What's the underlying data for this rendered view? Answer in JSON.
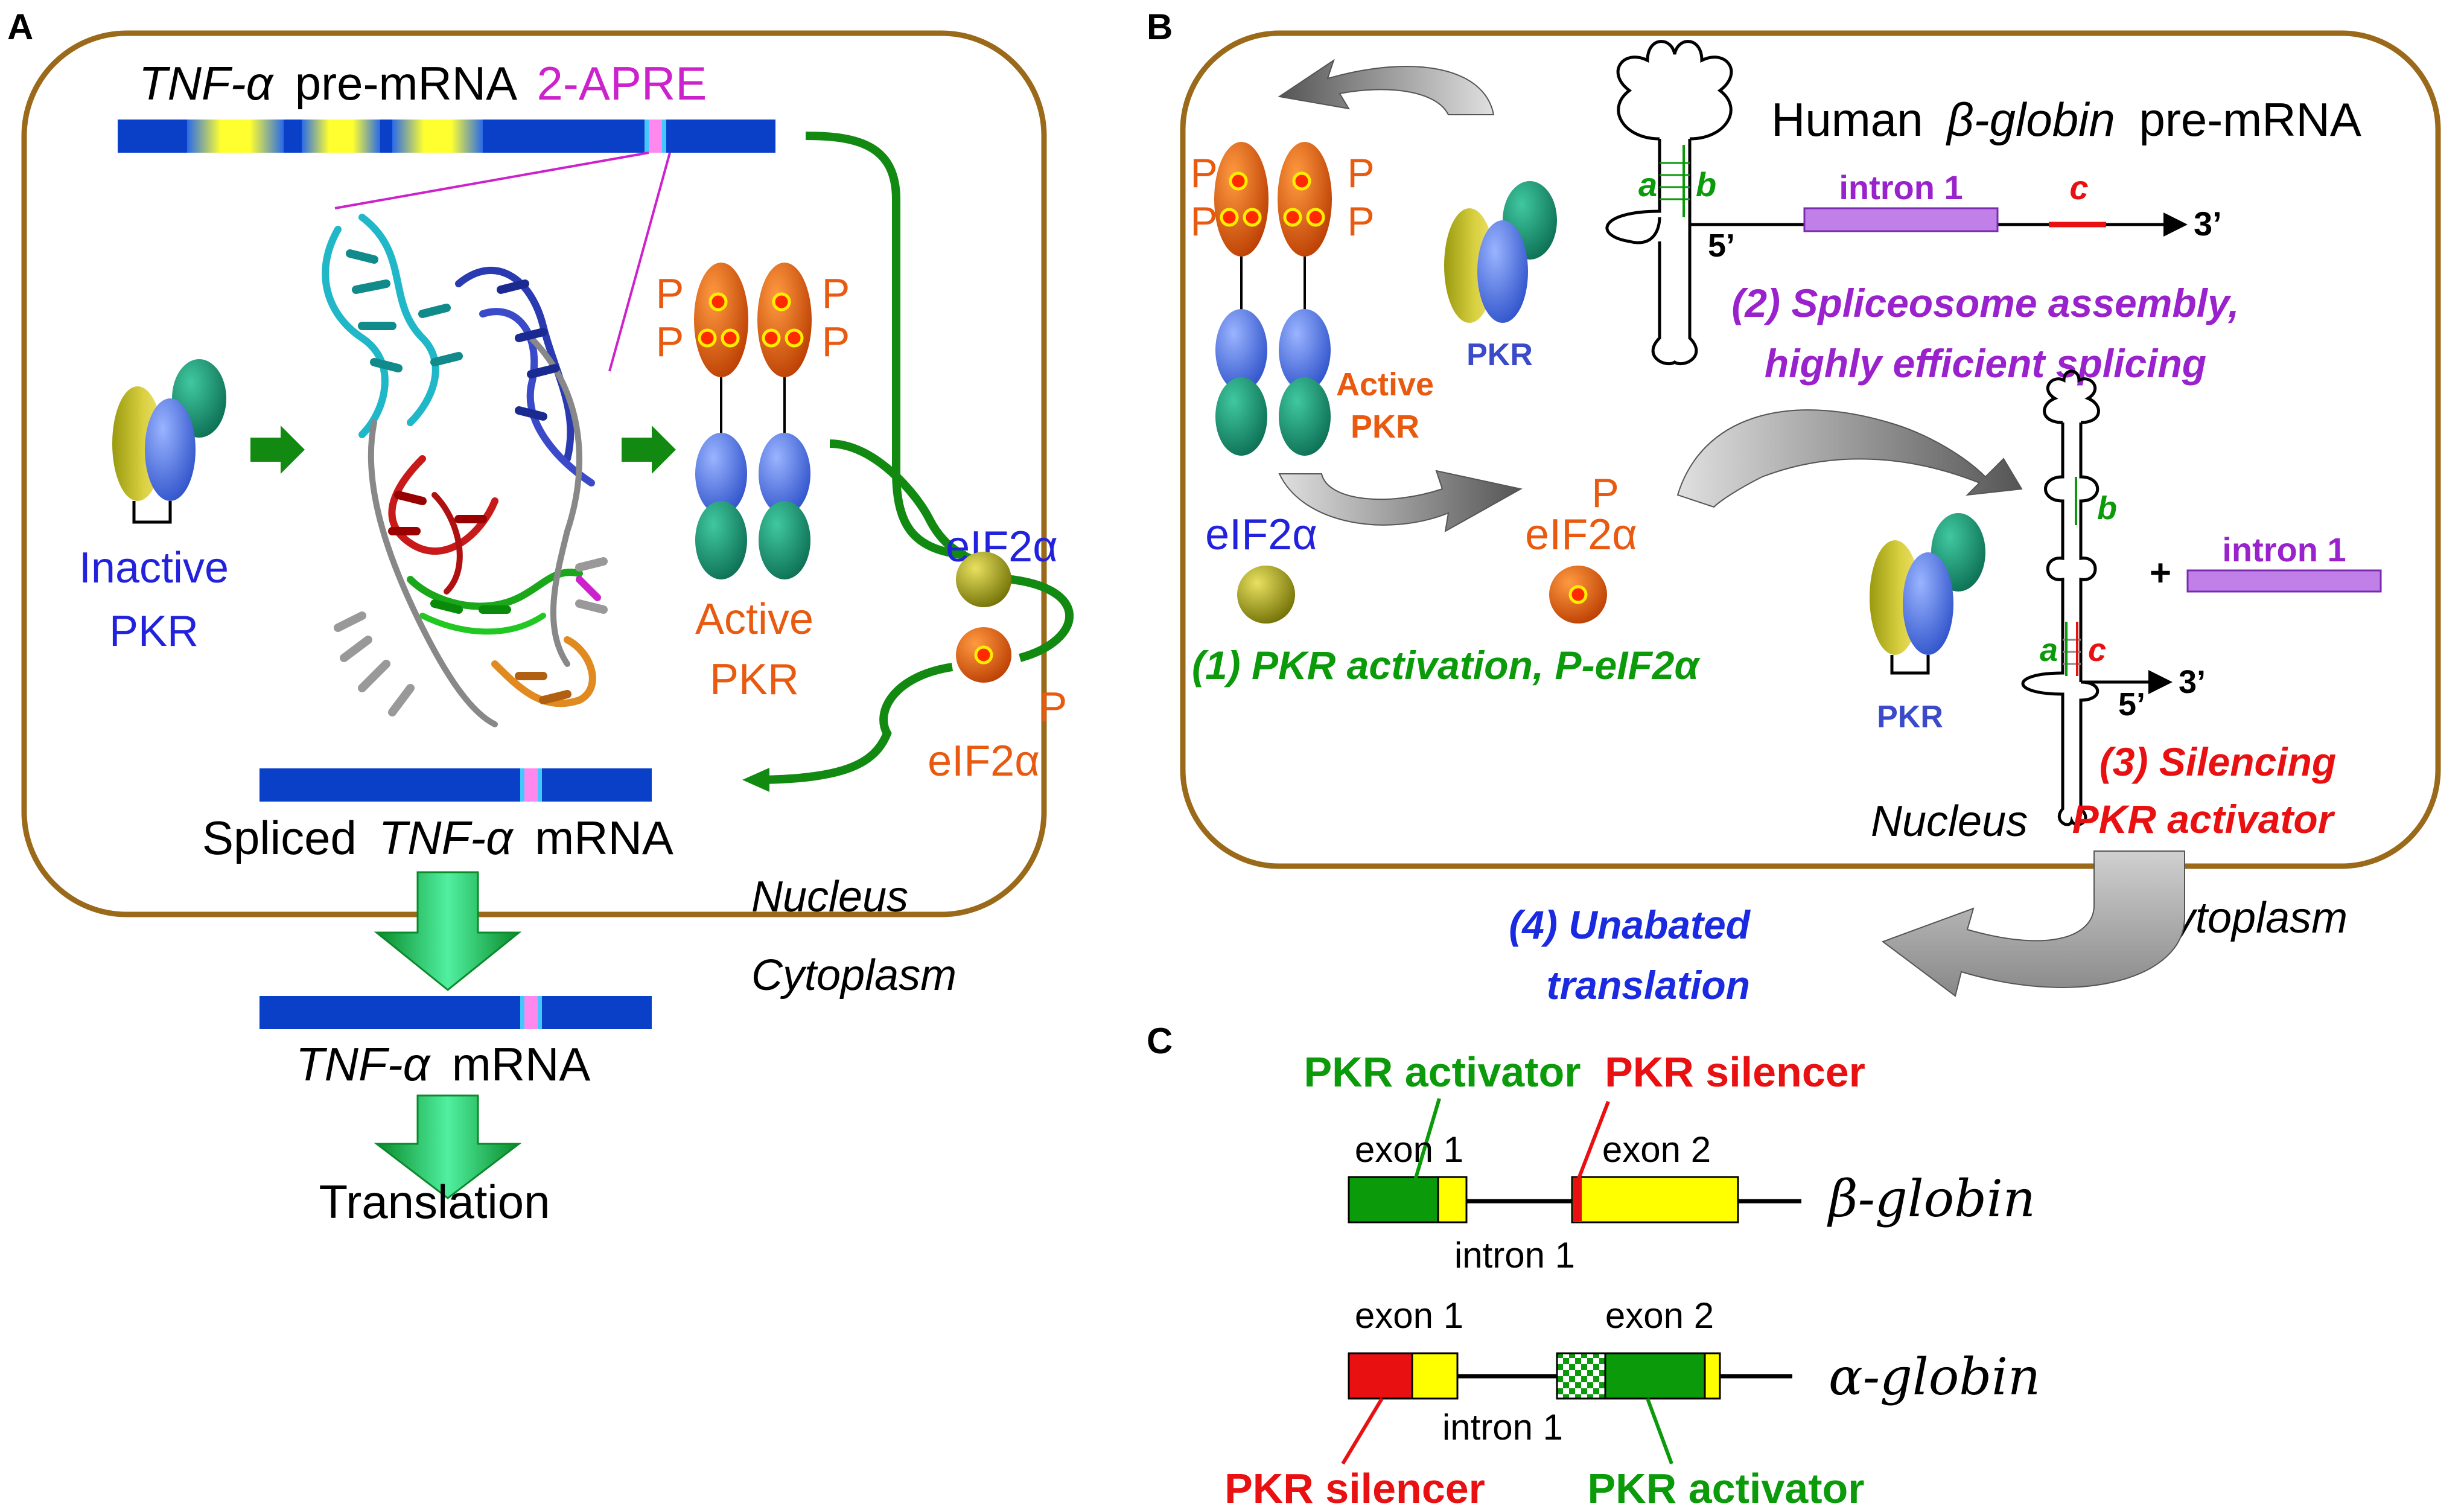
{
  "panel_a": {
    "letter": "A",
    "premrna_gene": "TNF-α",
    "premrna_suffix": "pre-mRNA",
    "apre": "2-APRE",
    "inactive_l1": "Inactive",
    "inactive_l2": "PKR",
    "active_l1": "Active",
    "active_l2": "PKR",
    "p": "P",
    "eif_top": "eIF2α",
    "eif_bottom": "eIF2α",
    "spliced_prefix": "Spliced",
    "spliced_gene": "TNF-α",
    "spliced_suffix": "mRNA",
    "nucleus": "Nucleus",
    "cytoplasm": "Cytoplasm",
    "mrna_gene": "TNF-α",
    "mrna_suffix": "mRNA",
    "translation": "Translation"
  },
  "panel_b": {
    "letter": "B",
    "title_prefix": "Human",
    "title_gene": "β-globin",
    "title_suffix": "pre-mRNA",
    "label_a": "a",
    "label_b": "b",
    "label_c": "c",
    "intron1": "intron 1",
    "five_prime": "5’",
    "three_prime": "3’",
    "p": "P",
    "pkr": "PKR",
    "active_l1": "Active",
    "active_l2": "PKR",
    "eif_left": "eIF2α",
    "eif_right": "eIF2α",
    "step1": "(1) PKR activation, P-eIF2α",
    "step2_l1": "(2) Spliceosome assembly,",
    "step2_l2": "highly efficient splicing",
    "step3_l1": "(3) Silencing",
    "step3_l2": "PKR activator",
    "step4_l1": "(4) Unabated",
    "step4_l2": "translation",
    "plus": "+",
    "nucleus": "Nucleus",
    "cytoplasm": "Cytoplasm"
  },
  "panel_c": {
    "letter": "C",
    "top_activator": "PKR activator",
    "top_silencer": "PKR silencer",
    "exon1": "exon 1",
    "exon2": "exon 2",
    "intron1": "intron 1",
    "beta_gene": "β-globin",
    "alpha_gene": "α-globin",
    "bottom_silencer": "PKR silencer",
    "bottom_activator": "PKR activator"
  },
  "colors": {
    "nucleus_border": "#9a6a1a",
    "mrna_blue": "#0a3fc8",
    "magenta": "#cc22cc",
    "green_arrow": "#128a12",
    "pkr_active": "#e85a10",
    "pkr_blue": "#4a6ee0",
    "pkr_teal": "#128a6a",
    "pkr_olive": "#b8b020",
    "red": "#e81010",
    "purple": "#9922cc",
    "exon_yellow": "#ffff00",
    "exon_green": "#0a9a0a"
  }
}
